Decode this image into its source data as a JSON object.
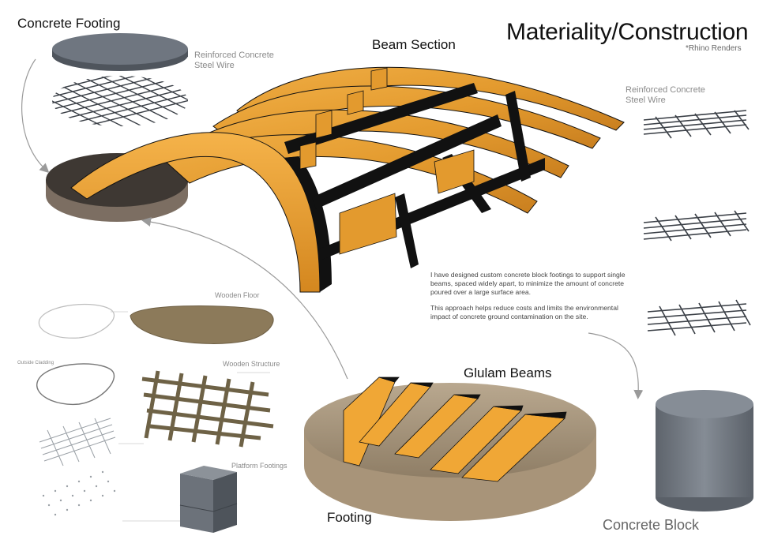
{
  "title": "Materiality/Construction",
  "subtitle": "*Rhino Renders",
  "labels": {
    "concrete_footing": "Concrete Footing",
    "beam_section": "Beam Section",
    "rc_wire_top": [
      "Reinforced Concrete",
      "Steel Wire"
    ],
    "rc_wire_right": [
      "Reinforced Concrete",
      "Steel Wire"
    ],
    "wooden_floor": "Wooden Floor",
    "outside_cladding": "Outside Cladding",
    "wooden_structure": "Wooden Structure",
    "platform_footings": "Platform Footings",
    "glulam_beams": "Glulam Beams",
    "footing": "Footing",
    "concrete_block": "Concrete Block"
  },
  "description": [
    "I have designed custom concrete block footings to support single beams, spaced widely apart, to minimize the amount of concrete poured over a large surface area.",
    "This approach helps reduce costs and limits the environmental impact of concrete ground contamination on the site."
  ],
  "colors": {
    "wood": "#E39A2E",
    "wood_dark": "#B8741C",
    "beam_edge": "#111111",
    "concrete": "#6F7680",
    "concrete_dark": "#4F555D",
    "dark_footing": "#3E3833",
    "floor": "#8C7A5A",
    "structure": "#8E7F5B",
    "steel": "#3A3F46",
    "arrow": "#9A9A9A"
  }
}
